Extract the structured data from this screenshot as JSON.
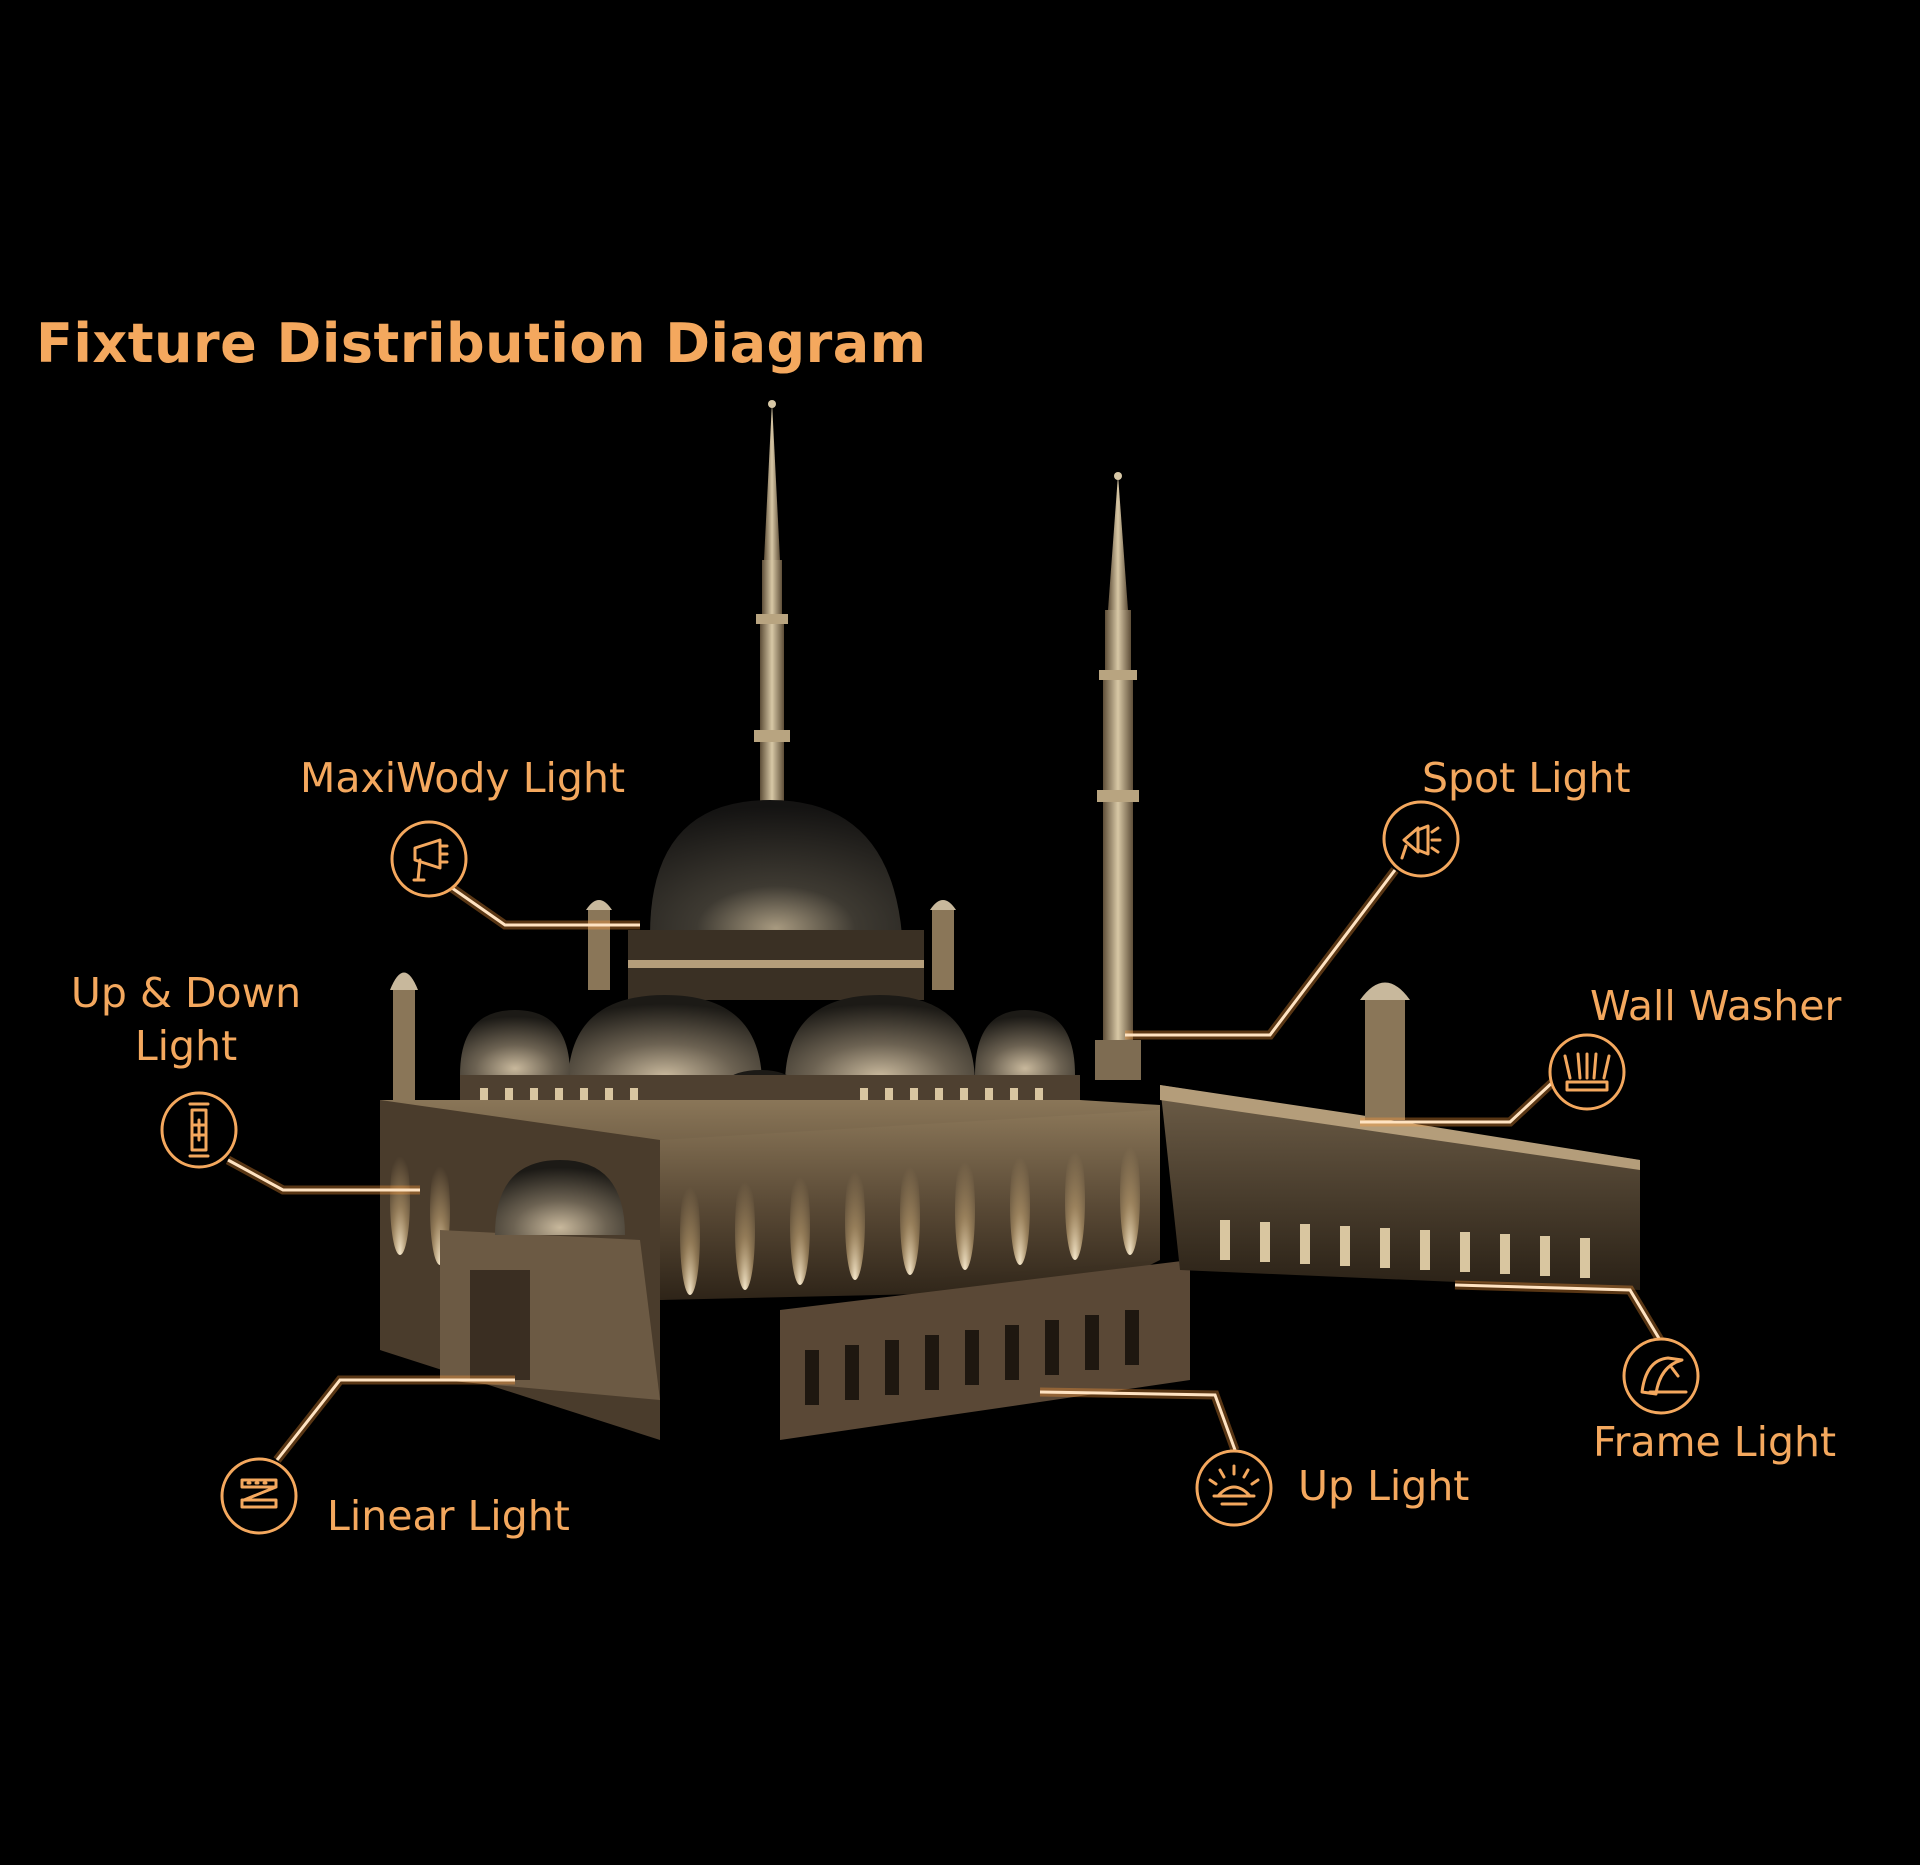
{
  "title": "Fixture Distribution Diagram",
  "accent_color": "#f4a85e",
  "fixtures": [
    {
      "id": "maxiwody",
      "label": "MaxiWody Light",
      "icon": "floodlight-icon"
    },
    {
      "id": "spot",
      "label": "Spot Light",
      "icon": "spotlight-icon"
    },
    {
      "id": "updown",
      "label_line1": "Up & Down",
      "label_line2": "Light",
      "icon": "up-down-light-icon"
    },
    {
      "id": "wallwasher",
      "label": "Wall Washer",
      "icon": "wall-washer-icon"
    },
    {
      "id": "frame",
      "label": "Frame Light",
      "icon": "frame-light-icon"
    },
    {
      "id": "up",
      "label": "Up Light",
      "icon": "up-light-icon"
    },
    {
      "id": "linear",
      "label": "Linear Light",
      "icon": "linear-light-icon"
    }
  ]
}
